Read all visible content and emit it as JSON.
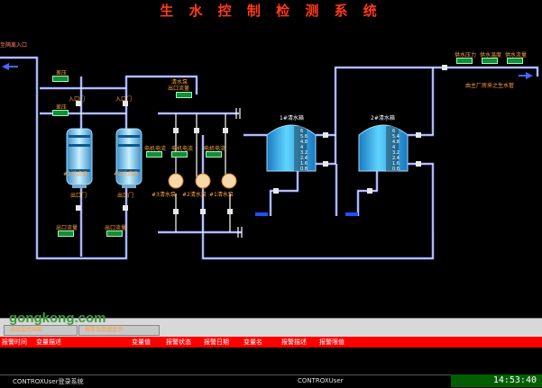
{
  "app": {
    "title": "生 水 控 制 检 测 系 统"
  },
  "labels": {
    "inlet_left": "至隔离入口",
    "pressure_1": "差压",
    "pressure_2": "差压",
    "inlet_valve_1": "入口门",
    "inlet_valve_2": "入口门",
    "outlet_valve_1": "出口门",
    "outlet_valve_2": "出口门",
    "outlet_flow_1": "出口流量",
    "outlet_flow_2": "出口流量",
    "filter_1": "#1过滤器",
    "filter_2": "#2过滤器",
    "clear_water_top": "清水泵",
    "clear_water_top2": "出口流量",
    "current_1": "电机电流",
    "current_2": "电机电流",
    "current_3": "电机电流",
    "pump_1": "#3清水泵",
    "pump_2": "#2清水泵",
    "pump_3": "#1清水泵",
    "tank_1": "1#清水箱",
    "tank_2": "2#清水箱",
    "supply_pressure": "供水压力",
    "supply_temp": "供水温度",
    "supply_flow": "供水流量",
    "supply_to": "由主厂房来之生水管",
    "tank1_scale": [
      "6",
      "5.6",
      "4.8",
      "4",
      "3.2",
      "2.4",
      "1.6",
      "0.8"
    ],
    "tank2_scale": [
      "6",
      "5.4",
      "4.8",
      "4",
      "3.2",
      "2.4",
      "1.6",
      "0.8"
    ]
  },
  "tabs": [
    {
      "label": "退出监控画面"
    },
    {
      "label": "报警及数据查询"
    }
  ],
  "alarm_header": {
    "cols": [
      "报警时间",
      "变量描述",
      "变量值",
      "报警状态",
      "报警日期",
      "变量名",
      "报警描述",
      "报警限值"
    ]
  },
  "status_bar": {
    "left": "CONTROXUser登录系统",
    "center": "CONTROXUser",
    "clock": "14:53:40"
  },
  "watermark": "gongkong.com",
  "colors": {
    "background": "#000000",
    "pipe": "#ffffff",
    "pipe_glow": "#4466ff",
    "title": "#ff3a1a",
    "label": "#ffa040",
    "meter": "#1a8a3a",
    "tank": "#29b8f0",
    "alarm_bar": "#ff0000",
    "clock_bg": "#006000"
  }
}
